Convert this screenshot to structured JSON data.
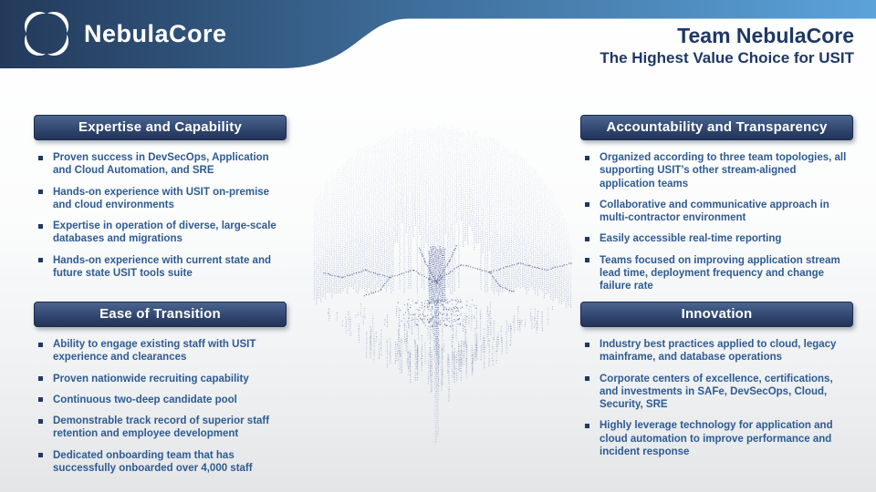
{
  "brand": {
    "name": "NebulaCore",
    "logo_icon": "swirl-pinwheel-icon"
  },
  "header": {
    "title": "Team NebulaCore",
    "subtitle": "The Highest Value Choice for USIT"
  },
  "sections": [
    {
      "title": "Expertise and Capability",
      "bullets": [
        "Proven success in DevSecOps, Application and Cloud Automation, and SRE",
        "Hands-on experience with  USIT on-premise and cloud environments",
        "Expertise in operation of diverse, large-scale databases and migrations",
        "Hands-on experience with current state and future state USIT tools suite"
      ]
    },
    {
      "title": "Ease of Transition",
      "bullets": [
        "Ability to engage existing staff with  USIT experience and clearances",
        "Proven nationwide recruiting capability",
        "Continuous two-deep candidate pool",
        "Demonstrable track record of superior staff retention and employee development",
        "Dedicated onboarding team that has successfully onboarded over 4,000 staff"
      ]
    },
    {
      "title": "Accountability and Transparency",
      "bullets": [
        "Organized according to three team topologies, all supporting USIT’s other stream-aligned application teams",
        "Collaborative and communicative approach in multi-contractor environment",
        "Easily accessible real-time reporting",
        "Teams focused on improving application stream lead time, deployment frequency and change failure rate"
      ]
    },
    {
      "title": "Innovation",
      "bullets": [
        "Industry best practices applied to cloud, legacy mainframe, and database operations",
        "Corporate centers of excellence, certifications, and investments in SAFe, DevSecOps, Cloud, Security, SRE",
        "Highly leverage technology for application and cloud automation to improve performance and incident response"
      ]
    }
  ],
  "colors": {
    "band_dark": "#233a5b",
    "band_mid": "#3d6b97",
    "band_light": "#5ba3da",
    "title_navy": "#1f3864",
    "bullet_blue": "#2e5b92",
    "bar_top": "#4a6590",
    "bar_bottom": "#22345a",
    "bar_border": "#1b2c4e",
    "canopy_gray_blue": "#96a1c0",
    "branch_blue": "#3e508c",
    "root_blue": "#5c6a98",
    "background_bottom": "#e4e6e8"
  },
  "graphic": {
    "name": "digital-data-tree"
  }
}
